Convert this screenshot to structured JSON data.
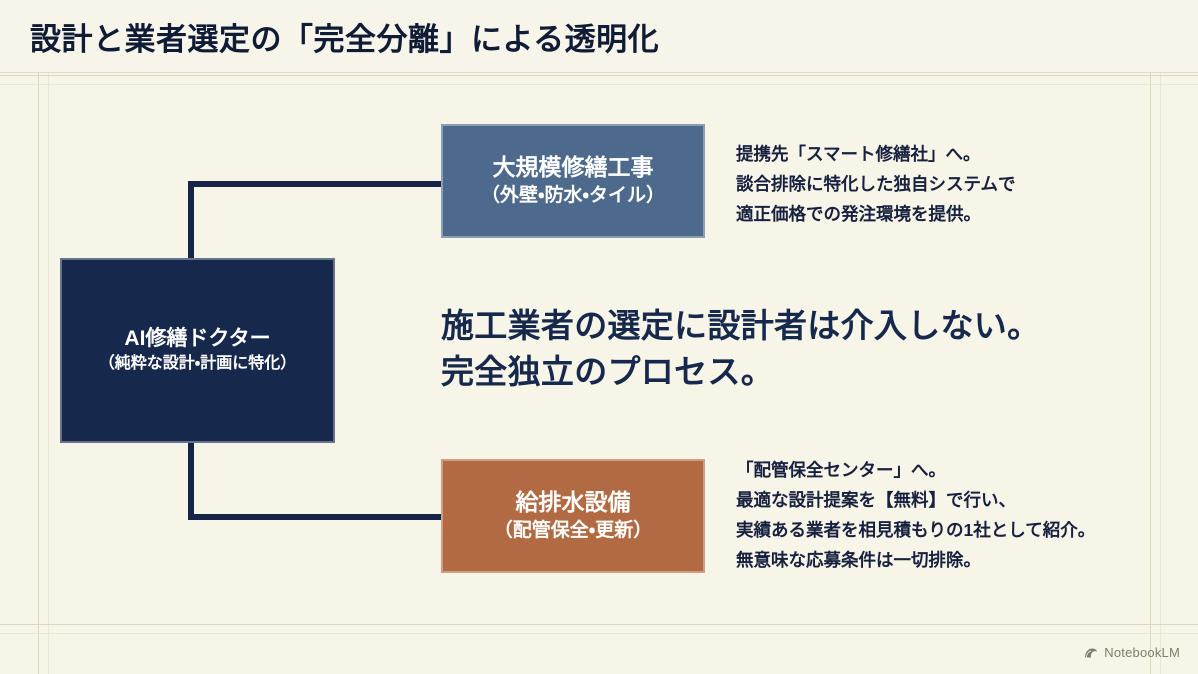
{
  "slide": {
    "title": "設計と業者選定の「完全分離」による透明化",
    "background_color": "#f7f4e8",
    "accent_navy": "#16294d",
    "accent_blue": "#4d6a8c",
    "accent_orange": "#b26a42"
  },
  "diagram": {
    "center_node": {
      "title": "AI修繕ドクター",
      "subtitle": "（純粋な設計・計画に特化）",
      "color": "#16294d"
    },
    "top_node": {
      "title": "大規模修繕工事",
      "subtitle": "（外壁・防水・タイル）",
      "color": "#4d6a8c"
    },
    "bottom_node": {
      "title": "給排水設備",
      "subtitle": "（配管保全・更新）",
      "color": "#b26a42"
    }
  },
  "descriptions": {
    "top": {
      "line1": "提携先「スマート修繕社」へ。",
      "line2": "談合排除に特化した独自システムで",
      "line3": "適正価格での発注環境を提供。"
    },
    "bottom": {
      "line1": "「配管保全センター」へ。",
      "line2": "最適な設計提案を【無料】で行い、",
      "line3": "実績ある業者を相見積もりの1社として紹介。",
      "line4": "無意味な応募条件は一切排除。"
    }
  },
  "statement": {
    "line1": "施工業者の選定に設計者は介入しない。",
    "line2": "完全独立のプロセス。"
  },
  "watermark": {
    "label": "NotebookLM",
    "icon": "notebooklm-icon"
  }
}
